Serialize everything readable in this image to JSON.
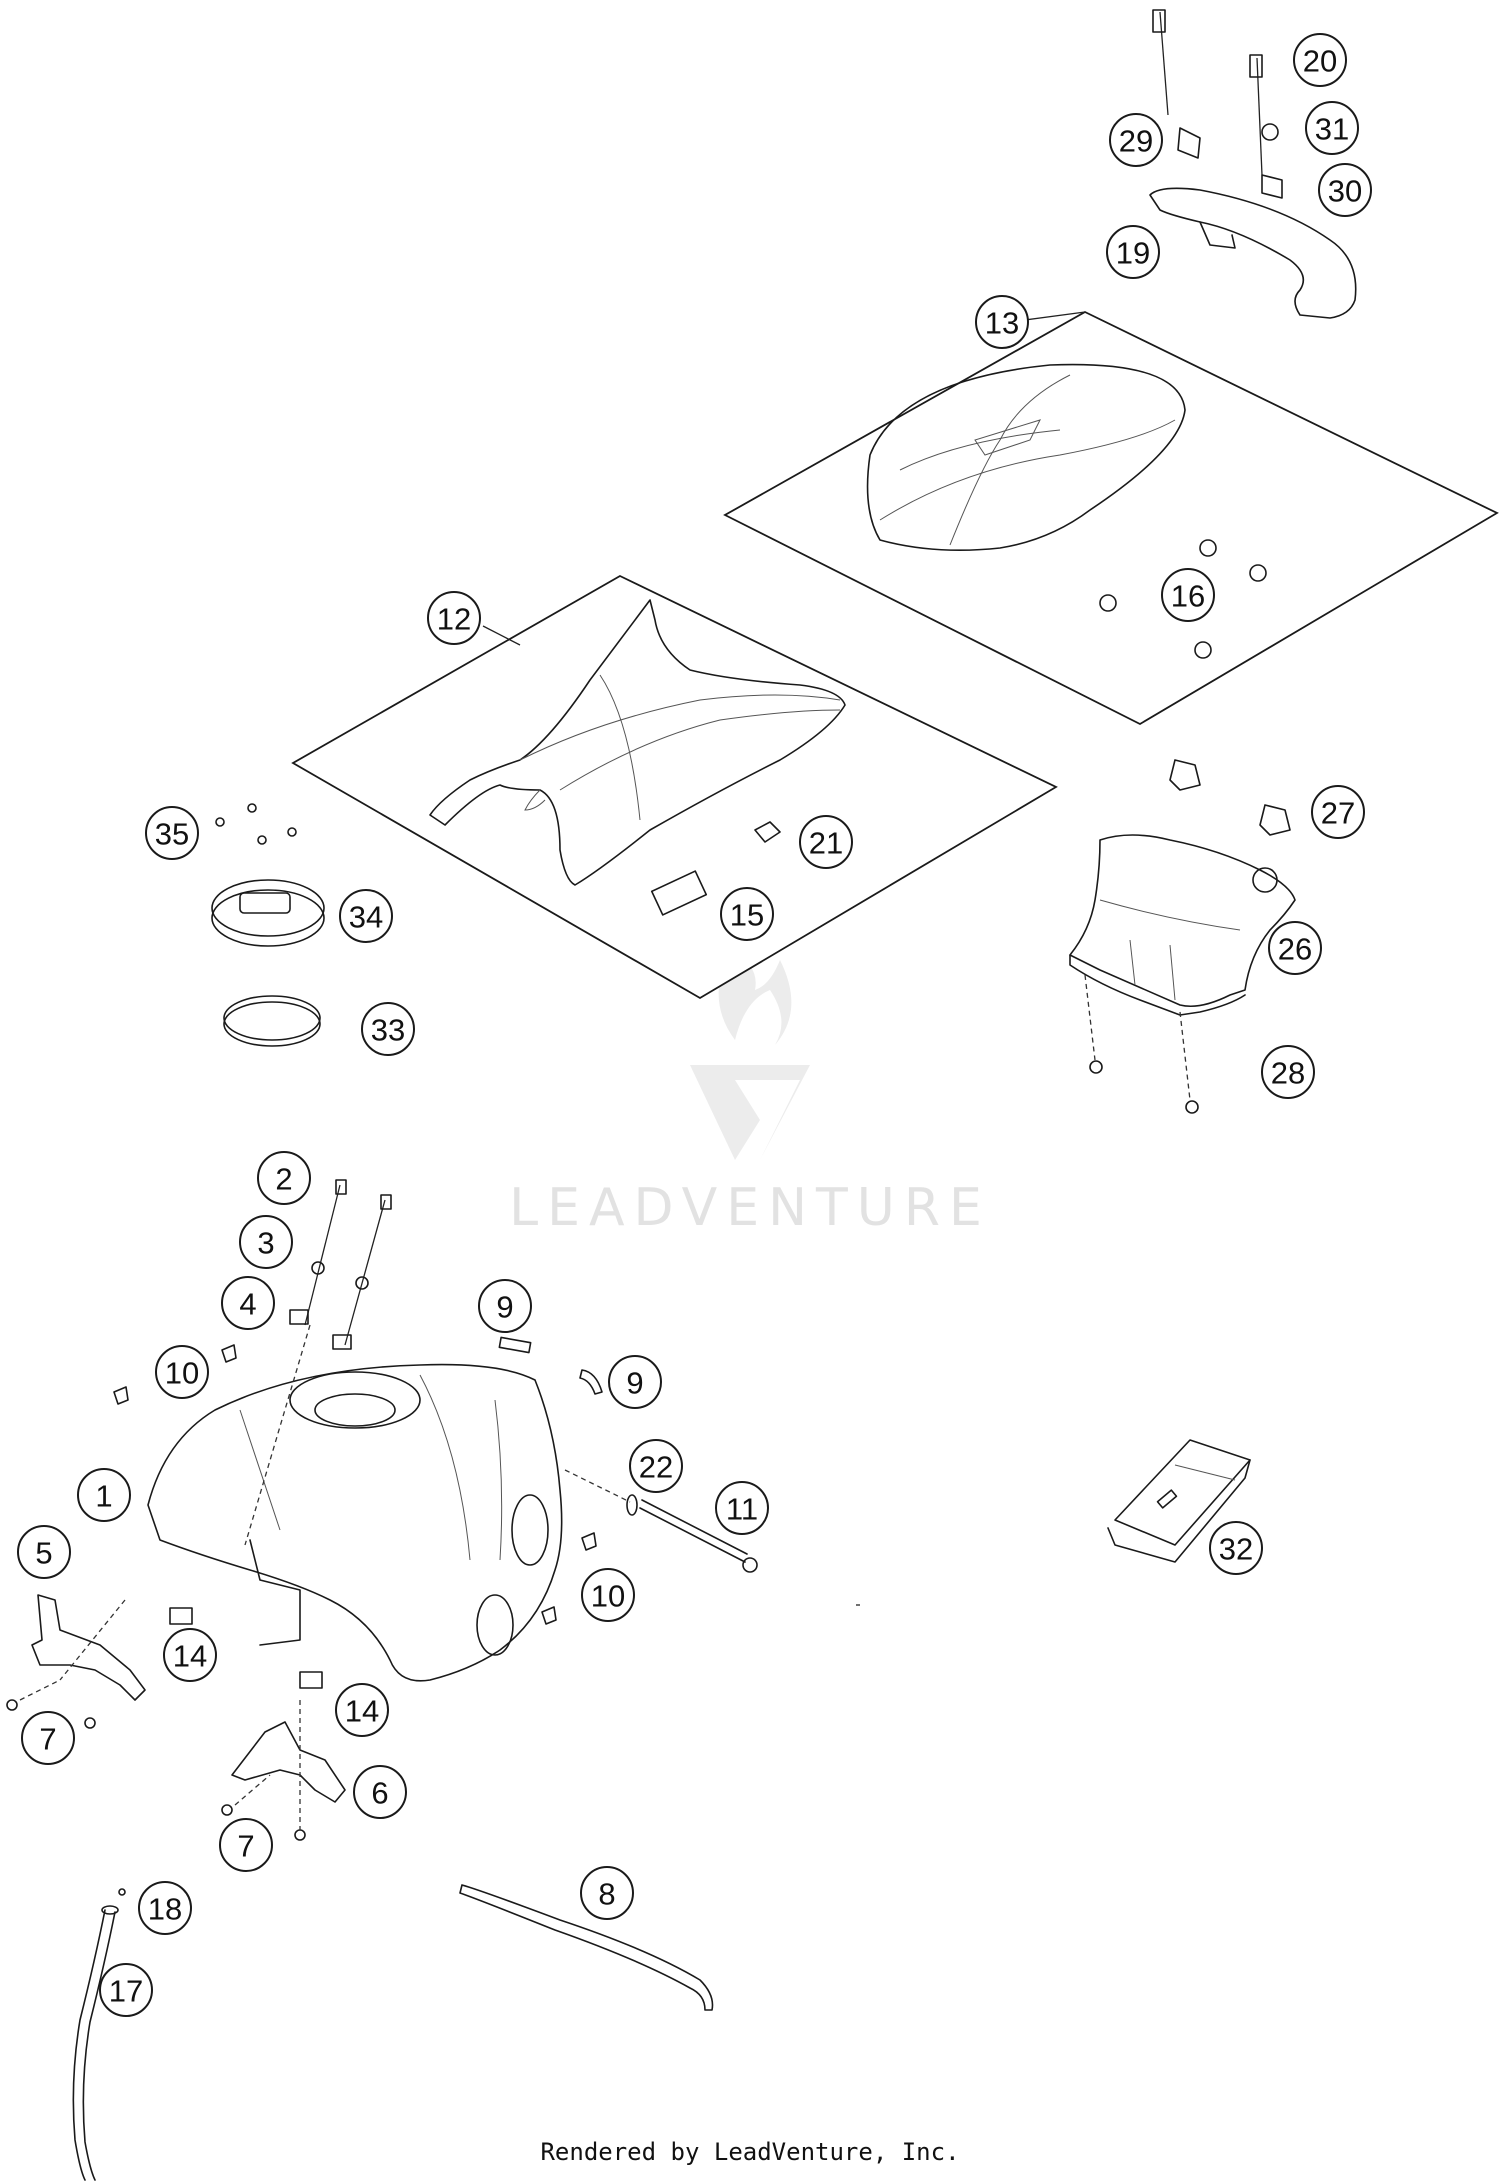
{
  "watermark": {
    "text": "LEADVENTURE"
  },
  "footer": {
    "text": "Rendered by LeadVenture, Inc."
  },
  "callouts": [
    {
      "label": "1"
    },
    {
      "label": "2"
    },
    {
      "label": "3"
    },
    {
      "label": "4"
    },
    {
      "label": "5"
    },
    {
      "label": "6"
    },
    {
      "label": "7"
    },
    {
      "label": "7"
    },
    {
      "label": "8"
    },
    {
      "label": "9"
    },
    {
      "label": "9"
    },
    {
      "label": "10"
    },
    {
      "label": "10"
    },
    {
      "label": "11"
    },
    {
      "label": "12"
    },
    {
      "label": "13"
    },
    {
      "label": "14"
    },
    {
      "label": "14"
    },
    {
      "label": "15"
    },
    {
      "label": "16"
    },
    {
      "label": "17"
    },
    {
      "label": "18"
    },
    {
      "label": "19"
    },
    {
      "label": "20"
    },
    {
      "label": "21"
    },
    {
      "label": "22"
    },
    {
      "label": "26"
    },
    {
      "label": "27"
    },
    {
      "label": "28"
    },
    {
      "label": "29"
    },
    {
      "label": "30"
    },
    {
      "label": "31"
    },
    {
      "label": "32"
    },
    {
      "label": "33"
    },
    {
      "label": "34"
    },
    {
      "label": "35"
    }
  ]
}
